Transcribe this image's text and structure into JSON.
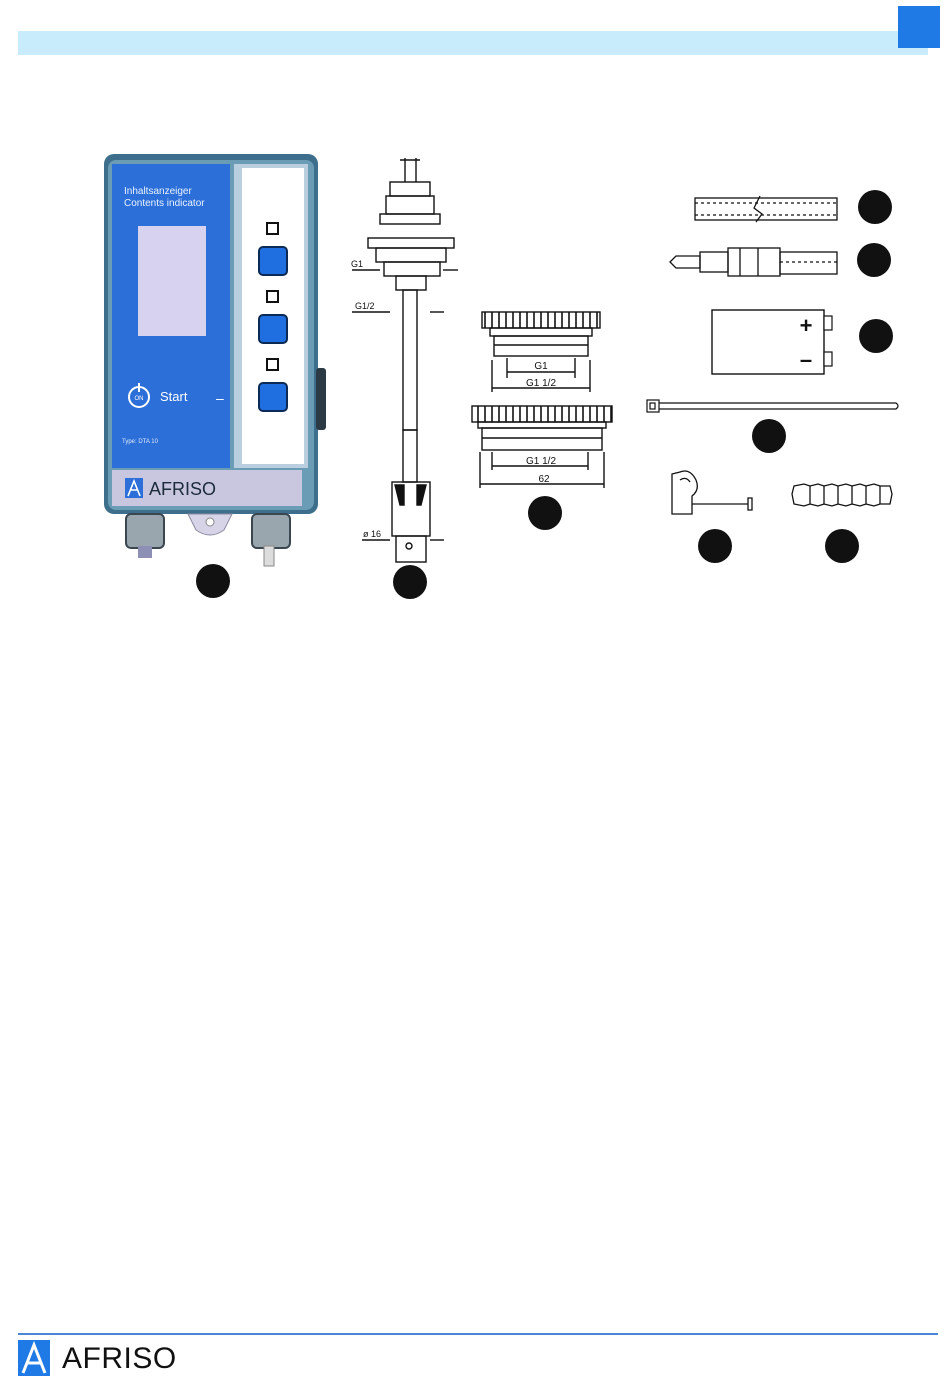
{
  "brand": {
    "name": "AFRISO",
    "accent_color": "#1f7ae6",
    "header_color": "#c8ecfb"
  },
  "device": {
    "title_de": "Inhaltsanzeiger",
    "title_en": "Contents indicator",
    "start_label": "Start",
    "on_label": "ON",
    "minus_label": "–",
    "type_label": "Type: DTA 10",
    "brand_label": "AFRISO"
  },
  "probe_dims": {
    "g1": "G1",
    "g1_2": "G1/2",
    "dia16": "ø 16"
  },
  "adapter_small": {
    "inner": "G1",
    "outer": "G1 1/2"
  },
  "adapter_large": {
    "inner": "G1 1/2",
    "outer": "62"
  },
  "battery": {
    "plus": "+",
    "minus": "–"
  },
  "footer": {
    "logo_text": "AFRISO"
  }
}
